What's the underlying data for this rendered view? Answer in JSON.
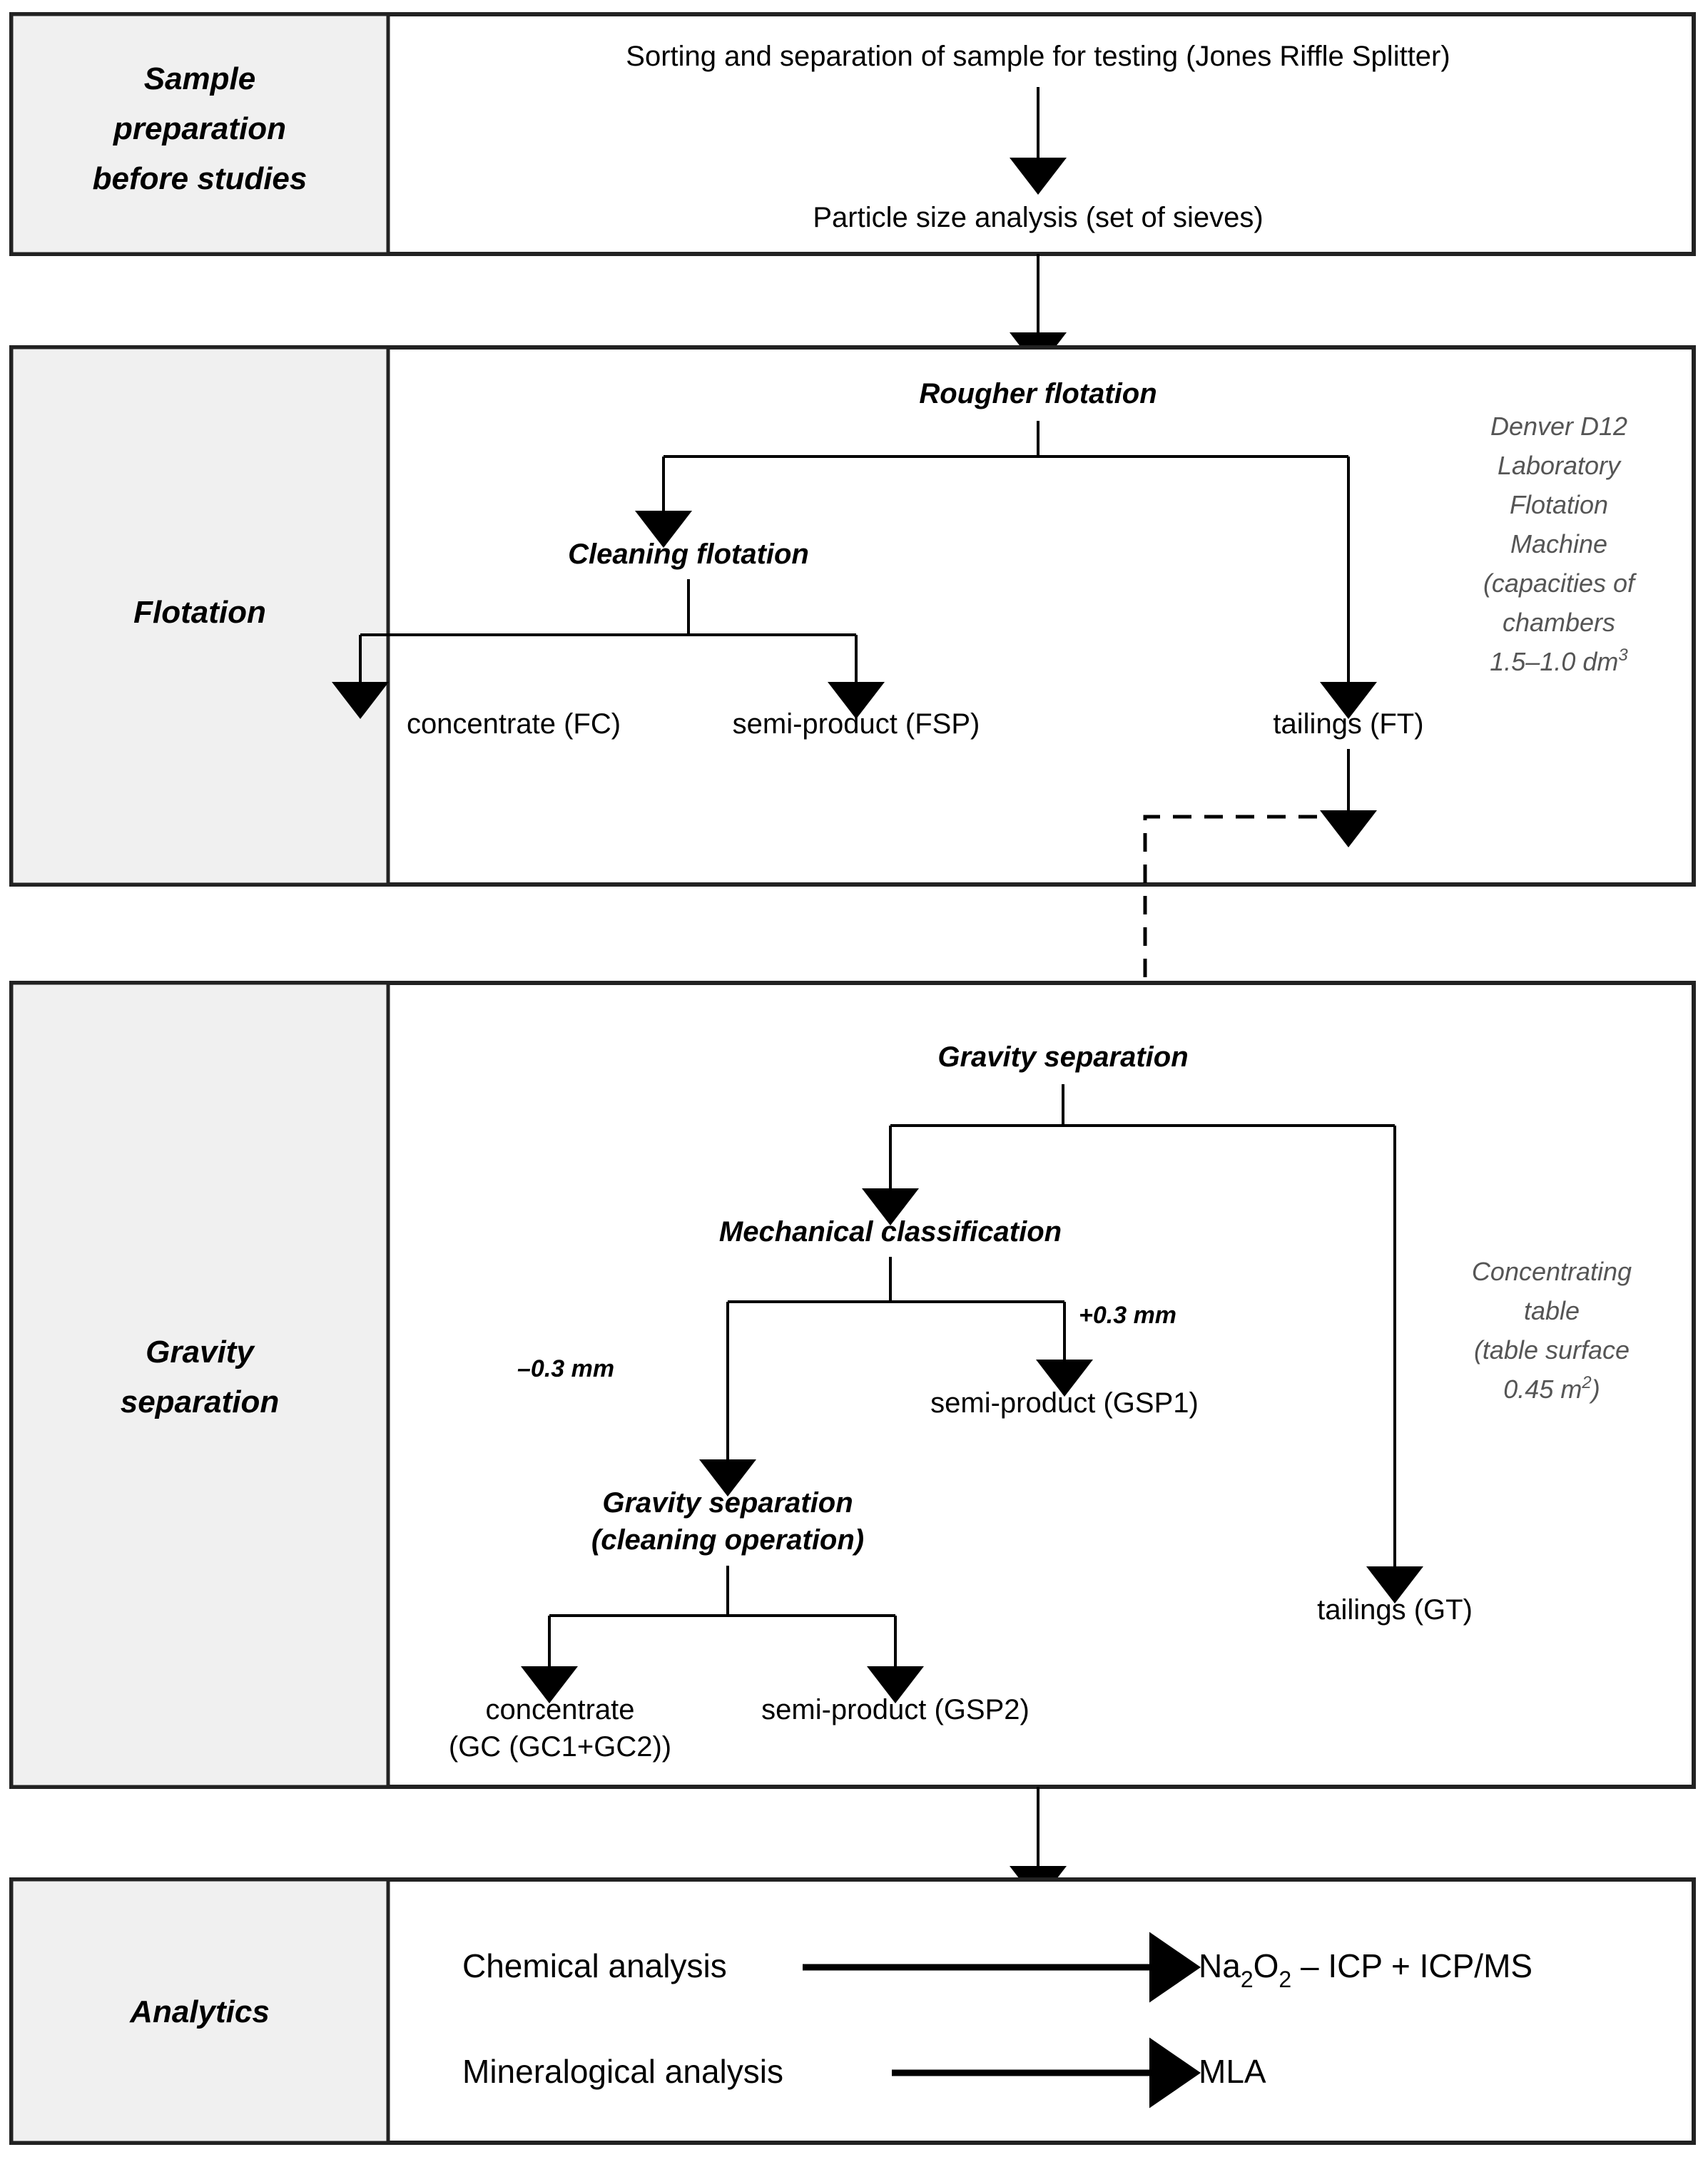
{
  "diagram": {
    "title": "Ore processing test flowsheet",
    "sections": [
      {
        "id": "sample-prep",
        "label": "Sample\npreparation\nbefore studies"
      },
      {
        "id": "flotation",
        "label": "Flotation"
      },
      {
        "id": "gravity",
        "label": "Gravity\nseparation"
      },
      {
        "id": "analytics",
        "label": "Analytics"
      }
    ]
  },
  "sample_prep": {
    "label_line1": "Sample",
    "label_line2": "preparation",
    "label_line3": "before studies",
    "step1": "Sorting and separation of sample for testing (Jones Riffle Splitter)",
    "step2": "Particle size analysis (set of sieves)"
  },
  "flotation": {
    "label": "Flotation",
    "rougher": "Rougher flotation",
    "cleaning": "Cleaning flotation",
    "concentrate": "concentrate (FC)",
    "semi_product": "semi-product (FSP)",
    "tailings": "tailings (FT)",
    "note": {
      "l1": "Denver D12",
      "l2": "Laboratory",
      "l3": "Flotation",
      "l4": "Machine",
      "l5": "(capacities of",
      "l6": "chambers",
      "l7": "1.5–1.0 dm",
      "l7_sup": "3"
    }
  },
  "gravity": {
    "label_line1": "Gravity",
    "label_line2": "separation",
    "gravity_separation": "Gravity separation",
    "mechanical_classification": "Mechanical classification",
    "minus_03mm": "–0.3 mm",
    "plus_03mm": "+0.3 mm",
    "semi_product_gsp1": "semi-product (GSP1)",
    "cleaning_op_line1": "Gravity separation",
    "cleaning_op_line2": "(cleaning operation)",
    "concentrate_line1": "concentrate",
    "concentrate_line2": "(GC (GC1+GC2))",
    "semi_product_gsp2": "semi-product (GSP2)",
    "tailings_gt": "tailings (GT)",
    "note": {
      "l1": "Concentrating",
      "l2": "table",
      "l3": "(table surface",
      "l4": "0.45 m",
      "l4_sup": "2",
      "l4_end": ")"
    }
  },
  "analytics": {
    "label": "Analytics",
    "rows": [
      {
        "source": "Chemical analysis",
        "result_pre": "Na",
        "result_sub1": "2",
        "result_mid": "O",
        "result_sub2": "2",
        "result_post": " – ICP + ICP/MS"
      },
      {
        "source": "Mineralogical analysis",
        "result": "MLA"
      }
    ]
  },
  "colors": {
    "label_cell_bg": "#f0f0f0",
    "border": "#222222",
    "note_text": "#555555",
    "line": "#000000"
  }
}
